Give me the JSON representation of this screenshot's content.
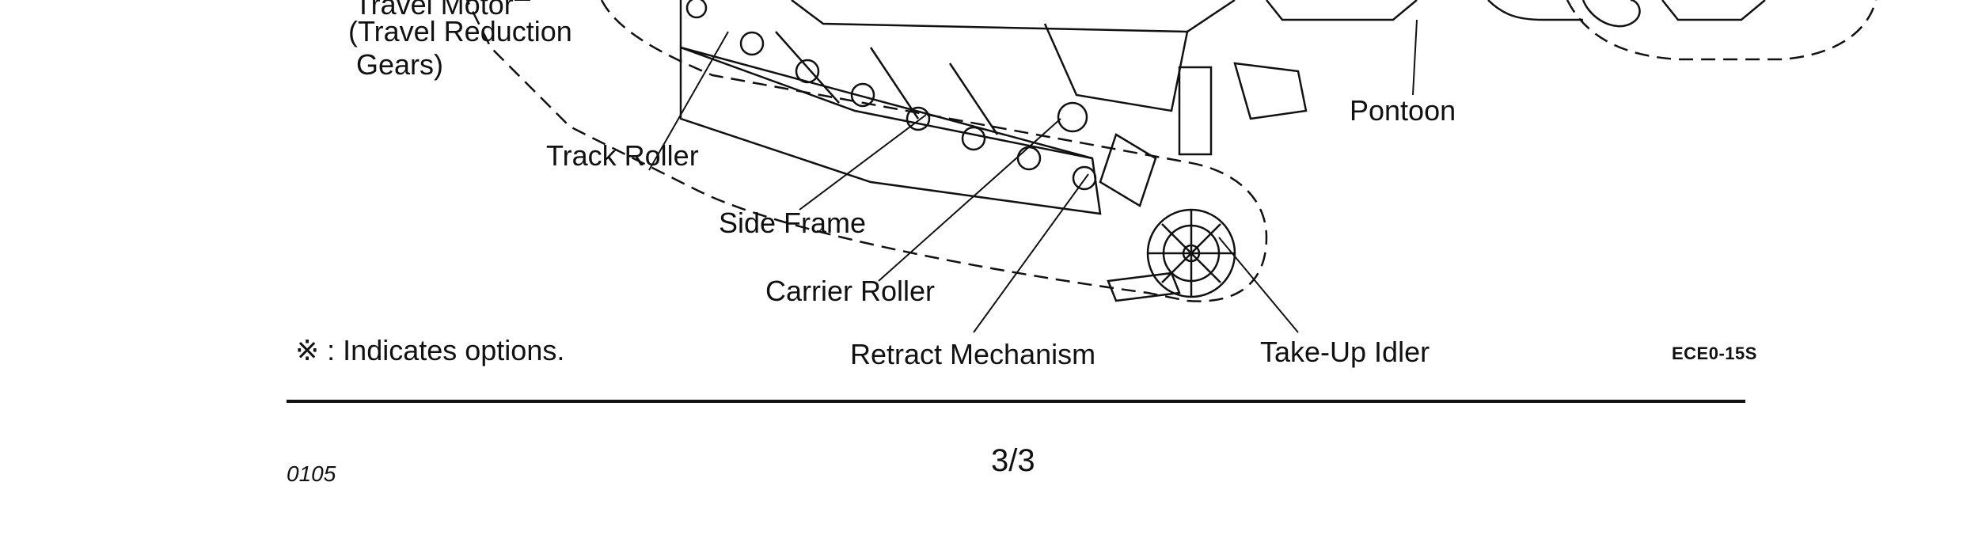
{
  "figure": {
    "labels": {
      "travel_motor": [
        "Travel Motor",
        "(Travel Reduction",
        "Gears)"
      ],
      "track_roller": "Track Roller",
      "side_frame": "Side Frame",
      "carrier_roller": "Carrier Roller",
      "retract_mechanism": "Retract Mechanism",
      "take_up_idler": "Take-Up Idler",
      "pontoon": "Pontoon"
    },
    "options_note": "※ : Indicates options.",
    "figure_code": "ECE0-15S"
  },
  "footer": {
    "doc_code": "0105",
    "page_number": "3/3"
  }
}
